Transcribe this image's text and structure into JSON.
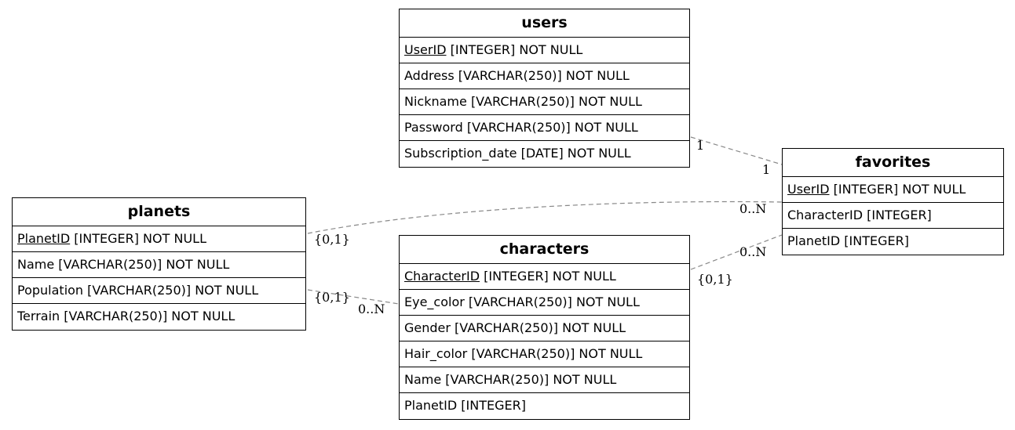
{
  "tables": {
    "users": {
      "name": "users",
      "columns": [
        {
          "key": "UserID",
          "rest": " [INTEGER] NOT NULL"
        },
        {
          "key": "",
          "rest": "Address [VARCHAR(250)] NOT NULL"
        },
        {
          "key": "",
          "rest": "Nickname [VARCHAR(250)] NOT NULL"
        },
        {
          "key": "",
          "rest": "Password [VARCHAR(250)] NOT NULL"
        },
        {
          "key": "",
          "rest": "Subscription_date [DATE] NOT NULL"
        }
      ]
    },
    "favorites": {
      "name": "favorites",
      "columns": [
        {
          "key": "UserID",
          "rest": " [INTEGER] NOT NULL"
        },
        {
          "key": "",
          "rest": "CharacterID [INTEGER]"
        },
        {
          "key": "",
          "rest": "PlanetID [INTEGER]"
        }
      ]
    },
    "planets": {
      "name": "planets",
      "columns": [
        {
          "key": "PlanetID",
          "rest": " [INTEGER] NOT NULL"
        },
        {
          "key": "",
          "rest": "Name [VARCHAR(250)] NOT NULL"
        },
        {
          "key": "",
          "rest": "Population [VARCHAR(250)] NOT NULL"
        },
        {
          "key": "",
          "rest": "Terrain [VARCHAR(250)] NOT NULL"
        }
      ]
    },
    "characters": {
      "name": "characters",
      "columns": [
        {
          "key": "CharacterID",
          "rest": " [INTEGER] NOT NULL"
        },
        {
          "key": "",
          "rest": "Eye_color [VARCHAR(250)] NOT NULL"
        },
        {
          "key": "",
          "rest": "Gender [VARCHAR(250)] NOT NULL"
        },
        {
          "key": "",
          "rest": "Hair_color [VARCHAR(250)] NOT NULL"
        },
        {
          "key": "",
          "rest": "Name [VARCHAR(250)] NOT NULL"
        },
        {
          "key": "",
          "rest": "PlanetID [INTEGER]"
        }
      ]
    }
  },
  "relations": {
    "users_favorites": {
      "from_label": "1",
      "to_label": "1"
    },
    "planets_favorites": {
      "from_label": "{0,1}",
      "to_label": "0..N"
    },
    "planets_characters": {
      "from_label": "{0,1}",
      "to_label": "0..N"
    },
    "characters_favorites": {
      "from_label": "{0,1}",
      "to_label": "0..N"
    }
  },
  "colors": {
    "edge": "#888888",
    "border": "#000000"
  }
}
